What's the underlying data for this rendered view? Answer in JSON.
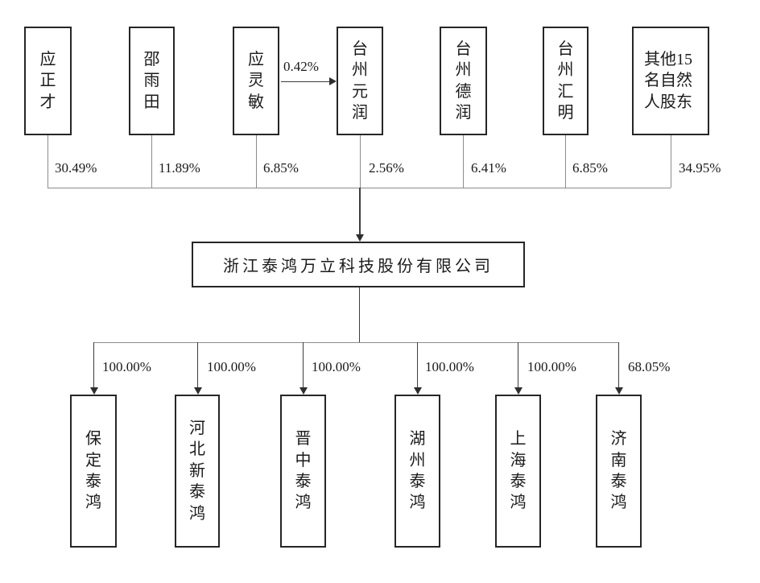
{
  "diagram": {
    "parent_company": "浙江泰鸿万立科技股份有限公司",
    "shareholders": [
      {
        "name": "应正才",
        "pct": "30.49%"
      },
      {
        "name": "邵雨田",
        "pct": "11.89%"
      },
      {
        "name": "应灵敏",
        "pct": "6.85%"
      },
      {
        "name": "台州元润",
        "pct": "2.56%"
      },
      {
        "name": "台州德润",
        "pct": "6.41%"
      },
      {
        "name": "台州汇明",
        "pct": "6.85%"
      },
      {
        "name": "其他15名自然人股东",
        "pct": "34.95%"
      }
    ],
    "cross_holding": {
      "from": "应灵敏",
      "to": "台州元润",
      "pct": "0.42%"
    },
    "subsidiaries": [
      {
        "name": "保定泰鸿",
        "pct": "100.00%"
      },
      {
        "name": "河北新泰鸿",
        "pct": "100.00%"
      },
      {
        "name": "晋中泰鸿",
        "pct": "100.00%"
      },
      {
        "name": "湖州泰鸿",
        "pct": "100.00%"
      },
      {
        "name": "上海泰鸿",
        "pct": "100.00%"
      },
      {
        "name": "济南泰鸿",
        "pct": "68.05%"
      }
    ],
    "colors": {
      "line": "#8c8c8c",
      "arrow": "#2e2e2e",
      "border": "#262626",
      "text": "#1a1a1a"
    }
  }
}
